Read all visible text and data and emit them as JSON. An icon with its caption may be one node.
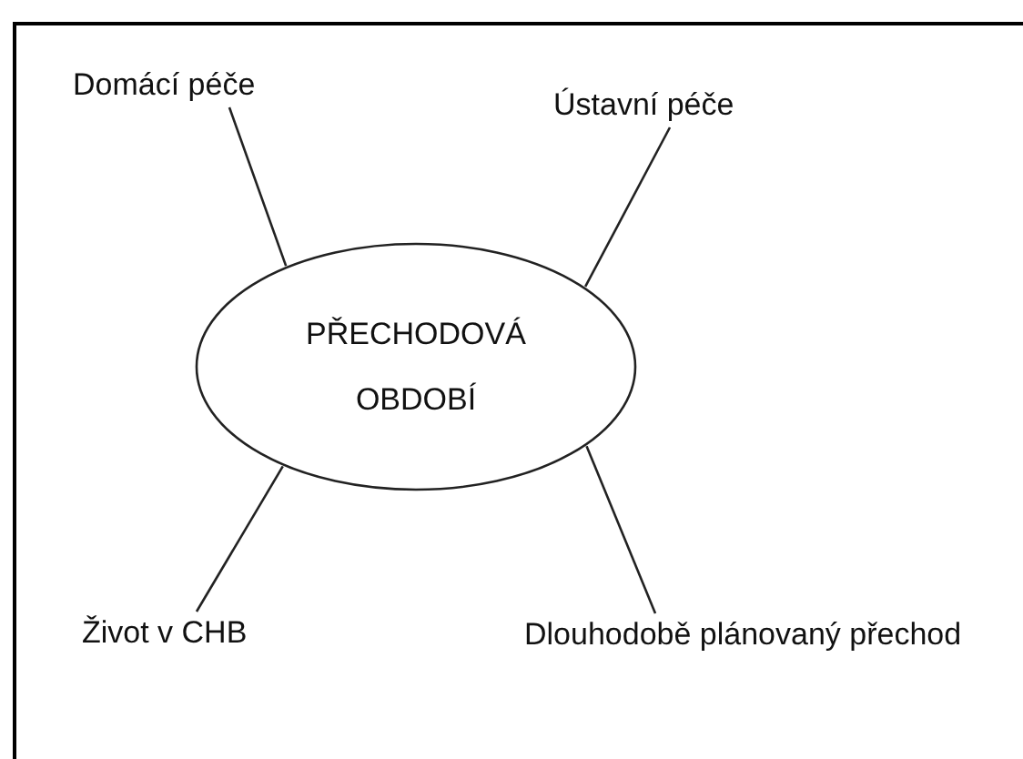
{
  "diagram": {
    "nodes": [
      {
        "text": [
          "Domácí péče"
        ]
      },
      {
        "text": [
          "Ústavní péče"
        ]
      },
      {
        "text": [
          "PŘECHODOVÁ OBDOBÍ"
        ]
      },
      {
        "text": [
          "Život v CHB"
        ]
      },
      {
        "text": [
          "Dlouhodobě plánovaný přechod"
        ]
      }
    ],
    "edges": [
      {
        "from": 2,
        "to": 0,
        "arrow": "none"
      },
      {
        "from": 2,
        "to": 1,
        "arrow": "none"
      },
      {
        "from": 2,
        "to": 3,
        "arrow": "none"
      },
      {
        "from": 2,
        "to": 4,
        "arrow": "none"
      }
    ]
  }
}
